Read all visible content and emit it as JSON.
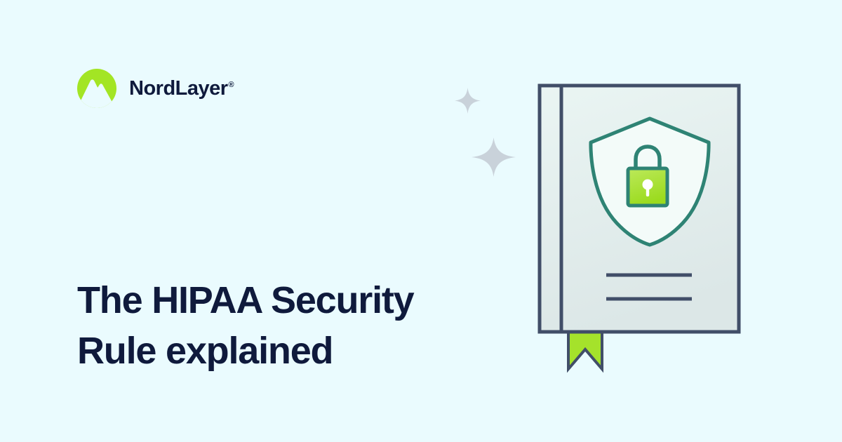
{
  "card": {
    "headline_line1": "The HIPAA Security",
    "headline_line2": "Rule explained"
  },
  "brand": {
    "name": "NordLayer",
    "registered_mark": "®"
  },
  "illustration": {
    "description": "book cover with shield and padlock emblem, two text lines and a bookmark ribbon",
    "icons": [
      "mountain-circle-icon",
      "sparkle-icon",
      "book-icon",
      "shield-icon",
      "padlock-icon",
      "keyhole-icon",
      "bookmark-ribbon-icon"
    ]
  },
  "colors": {
    "background": "#EAFBFE",
    "navy_text": "#0F1A3C",
    "brand_green": "#A3E524",
    "lock_lime": "#9EDC26",
    "lock_lime_light": "#BCE95A",
    "bookmark_lime": "#A5E22B",
    "teal_outline": "#2E8374",
    "slate_outline": "#414E68",
    "sparkle_gray": "#C9D2DA",
    "cover_gradient_top": "#EAF5F3",
    "cover_gradient_bottom": "#DCE7E7",
    "shield_fill": "#F3FBF9"
  }
}
